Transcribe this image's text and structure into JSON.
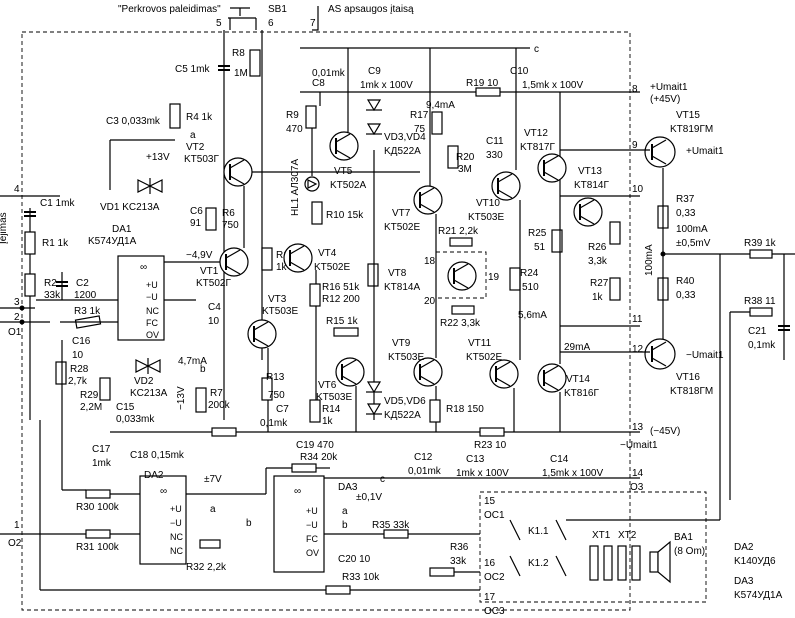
{
  "title_restart": "\"Perkrovos paleidimas\"",
  "title_protect": "AS apsaugos įtaisą",
  "sb1": "SB1",
  "label_input": "Įėjimas",
  "rails": {
    "pos": "+Umait1",
    "pos_v": "(+45V)",
    "neg": "(−45V)",
    "neg2": "−Umait1",
    "c": "c",
    "a": "a",
    "b": "b",
    "plus13": "+13V",
    "minus13": "−13V",
    "pm7": "±7V",
    "pm01": "±0,1V",
    "m49": "−4,9V",
    "i47": "4,7mA",
    "i94": "9,4mA",
    "i56": "5,6mA",
    "i29": "29mA",
    "i100": "100mA",
    "i100b": "100mA",
    "v05": "±0,5mV"
  },
  "pins": [
    "1",
    "2",
    "3",
    "4",
    "5",
    "6",
    "7",
    "8",
    "9",
    "10",
    "11",
    "12",
    "13",
    "14",
    "15",
    "16",
    "17"
  ],
  "out_labels": {
    "o1": "O1",
    "o2": "O2",
    "o3": "O3",
    "oc1": "OC1",
    "oc2": "OC2",
    "oc3": "OC3"
  },
  "resistors": {
    "R1": "R1 1k",
    "R2": "R2",
    "R2v": "33k",
    "R3": "R3 1k",
    "R4": "R4 1k",
    "R6": "R6",
    "R6v": "750",
    "R7": "R7",
    "R7v": "200k",
    "R8": "R8",
    "R8v": "1M",
    "R9": "R9",
    "R9v": "470",
    "R10": "R10 15k",
    "R11": "R11",
    "R11v": "1k",
    "R12": "R12 200",
    "R13": "R13",
    "R13v": "750",
    "R14": "R14",
    "R14v": "1k",
    "R15": "R15 1k",
    "R16": "R16 51k",
    "R17": "R17",
    "R17v": "75",
    "R18": "R18 150",
    "R19": "R19 10",
    "R20": "R20",
    "R20v": "3M",
    "R21": "R21 2,2k",
    "R22": "R22 3,3k",
    "R23": "R23 10",
    "R24": "R24",
    "R24v": "510",
    "R25": "R25",
    "R25v": "51",
    "R26": "R26",
    "R26v": "3,3k",
    "R27": "R27",
    "R27v": "1k",
    "R28": "R28",
    "R28v": "2,7k",
    "R29": "R29",
    "R29v": "2,2M",
    "R30": "R30 100k",
    "R31": "R31 100k",
    "R32": "R32 2,2k",
    "R33": "R33 10k",
    "R34": "R34 20k",
    "R35": "R35 33k",
    "R36": "R36",
    "R36v": "33k",
    "R37": "R37",
    "R37v": "0,33",
    "R38": "R38 11",
    "R39": "R39 1k",
    "R40": "R40",
    "R40v": "0,33"
  },
  "capacitors": {
    "C1": "C1 1mk",
    "C2": "C2",
    "C2v": "1200",
    "C3": "C3 0,033mk",
    "C4": "C4",
    "C4v": "10",
    "C5": "C5 1mk",
    "C6": "C6",
    "C6v": "91",
    "C7": "C7",
    "C7v": "0,1mk",
    "C8": "C8",
    "C8v": "0,01mk",
    "C9": "C9",
    "C9v": "1mk x 100V",
    "C10": "C10",
    "C10v": "1,5mk x 100V",
    "C11": "C11",
    "C11v": "330",
    "C12": "C12",
    "C12v": "0,01mk",
    "C13": "C13",
    "C13v": "1mk x 100V",
    "C14": "C14",
    "C14v": "1,5mk x 100V",
    "C15": "C15",
    "C15v": "0,033mk",
    "C16": "C16",
    "C16v": "10",
    "C17": "C17",
    "C17v": "1mk",
    "C18": "C18 0,15mk",
    "C19": "C19 470",
    "C20": "C20 10",
    "C21": "C21",
    "C21v": "0,1mk"
  },
  "transistors": {
    "VT1": "VT1",
    "VT1t": "KT502Г",
    "VT2": "VT2",
    "VT2t": "KT503Г",
    "VT3": "VT3",
    "VT3t": "KT503E",
    "VT4": "VT4",
    "VT4t": "KT502E",
    "VT5": "VT5",
    "VT5t": "KT502A",
    "VT6": "VT6",
    "VT6t": "KT503E",
    "VT7": "VT7",
    "VT7t": "KT502E",
    "VT8": "VT8",
    "VT8t": "KT814A",
    "VT9": "VT9",
    "VT9t": "KT503E",
    "VT10": "VT10",
    "VT10t": "KT503E",
    "VT11": "VT11",
    "VT11t": "KT502E",
    "VT12": "VT12",
    "VT12t": "KT817Г",
    "VT13": "VT13",
    "VT13t": "KT814Г",
    "VT14": "VT14",
    "VT14t": "KT816Г",
    "VT15": "VT15",
    "VT15t": "KT819ГM",
    "VT16": "VT16",
    "VT16t": "KT818ГM"
  },
  "diodes": {
    "VD1": "VD1 KC213A",
    "VD2": "VD2",
    "VD2t": "KC213A",
    "VD34": "VD3,VD4",
    "VD34t": "KД522A",
    "VD56": "VD5,VD6",
    "VD56t": "KД522A",
    "HL1": "HL1 AЛ307A"
  },
  "ics": {
    "DA1": "DA1",
    "DA1t": "K574УД1A",
    "DA2": "DA2",
    "DA3": "DA3",
    "pin_inf": "∞",
    "pin_pu": "+U",
    "pin_mu": "−U",
    "pin_nc": "NC",
    "pin_fc": "FC",
    "pin_ov": "OV",
    "legend_da2": "DA2",
    "legend_da2t": "K140УД6",
    "legend_da3": "DA3",
    "legend_da3t": "K574УД1A"
  },
  "relay": {
    "K11": "K1.1",
    "K12": "K1.2",
    "XT1": "XT1",
    "XT2": "XT2",
    "BA1": "BA1",
    "BA1v": "(8 Om)"
  },
  "nodes": {
    "n18": "18",
    "n19": "19",
    "n20": "20"
  }
}
